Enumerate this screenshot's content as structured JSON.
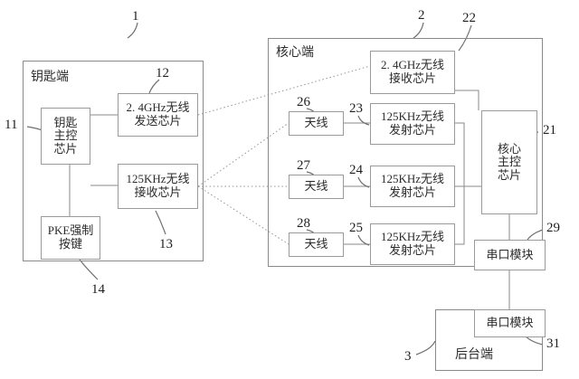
{
  "diagram": {
    "title_implicit": "",
    "groups": [
      {
        "key": "key_terminal",
        "label": "钥匙端",
        "ref": "1"
      },
      {
        "key": "core_terminal",
        "label": "核心端",
        "ref": "2"
      },
      {
        "key": "backend_terminal",
        "label": "后台端",
        "ref": "3"
      }
    ],
    "key_terminal": {
      "label": "钥匙端",
      "ref": "1",
      "blocks": [
        {
          "key": "key_mcu",
          "ref": "11",
          "lines": [
            "钥匙",
            "主控",
            "芯片"
          ]
        },
        {
          "key": "tx_24g",
          "ref": "12",
          "lines": [
            "2. 4GHz无线",
            "发送芯片"
          ]
        },
        {
          "key": "rx_125k",
          "ref": "13",
          "lines": [
            "125KHz无线",
            "接收芯片"
          ]
        },
        {
          "key": "pke_button",
          "ref": "14",
          "lines": [
            "PKE强制",
            "按键"
          ]
        }
      ]
    },
    "core_terminal": {
      "label": "核心端",
      "ref": "2",
      "blocks": [
        {
          "key": "core_mcu",
          "ref": "21",
          "lines": [
            "核心",
            "主控",
            "芯片"
          ]
        },
        {
          "key": "rx_24g",
          "ref": "22",
          "lines": [
            "2. 4GHz无线",
            "接收芯片"
          ]
        },
        {
          "key": "tx_125k_1",
          "ref": "23",
          "lines": [
            "125KHz无线",
            "发射芯片"
          ]
        },
        {
          "key": "tx_125k_2",
          "ref": "24",
          "lines": [
            "125KHz无线",
            "发射芯片"
          ]
        },
        {
          "key": "tx_125k_3",
          "ref": "25",
          "lines": [
            "125KHz无线",
            "发射芯片"
          ]
        },
        {
          "key": "antenna_1",
          "ref": "26",
          "lines": [
            "天线"
          ]
        },
        {
          "key": "antenna_2",
          "ref": "27",
          "lines": [
            "天线"
          ]
        },
        {
          "key": "antenna_3",
          "ref": "28",
          "lines": [
            "天线"
          ]
        },
        {
          "key": "serial_module_core",
          "ref": "29",
          "lines": [
            "串口模块"
          ]
        }
      ]
    },
    "backend_terminal": {
      "label": "后台端",
      "ref": "3",
      "blocks": [
        {
          "key": "serial_module_backend",
          "ref": "31",
          "lines": [
            "串口模块"
          ]
        }
      ]
    },
    "colors": {
      "line": "#8a8a8a",
      "text": "#2b2b2b",
      "refnum": "#1f1f1f",
      "wireless": "#9a9a9a",
      "background": "#ffffff"
    }
  }
}
